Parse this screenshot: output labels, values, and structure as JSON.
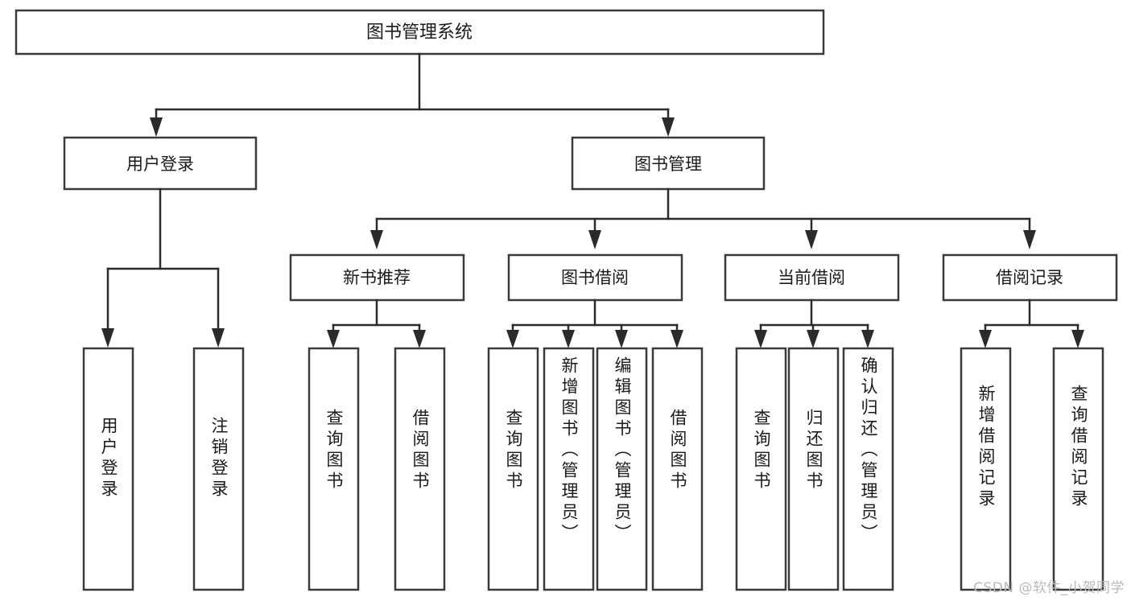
{
  "diagram": {
    "type": "tree-hierarchy",
    "title": "图书管理系统",
    "root": {
      "id": "root",
      "label": "图书管理系统",
      "orientation": "horizontal"
    },
    "level1": [
      {
        "id": "user-login",
        "label": "用户登录",
        "orientation": "horizontal"
      },
      {
        "id": "book-manage",
        "label": "图书管理",
        "orientation": "horizontal"
      }
    ],
    "level2": [
      {
        "id": "new-book-rec",
        "label": "新书推荐",
        "parent": "book-manage",
        "orientation": "horizontal"
      },
      {
        "id": "book-borrow",
        "label": "图书借阅",
        "parent": "book-manage",
        "orientation": "horizontal"
      },
      {
        "id": "current-borrow",
        "label": "当前借阅",
        "parent": "book-manage",
        "orientation": "horizontal"
      },
      {
        "id": "borrow-record",
        "label": "借阅记录",
        "parent": "book-manage",
        "orientation": "horizontal"
      }
    ],
    "leaves": [
      {
        "id": "leaf-user-login",
        "label": "用户登录",
        "parent": "user-login",
        "orientation": "vertical"
      },
      {
        "id": "leaf-user-logout",
        "label": "注销登录",
        "parent": "user-login",
        "orientation": "vertical"
      },
      {
        "id": "leaf-query-book-1",
        "label": "查询图书",
        "parent": "new-book-rec",
        "orientation": "vertical"
      },
      {
        "id": "leaf-borrow-book-1",
        "label": "借阅图书",
        "parent": "new-book-rec",
        "orientation": "vertical"
      },
      {
        "id": "leaf-query-book-2",
        "label": "查询图书",
        "parent": "book-borrow",
        "orientation": "vertical"
      },
      {
        "id": "leaf-add-book",
        "label": "新增图书（管理员）",
        "parent": "book-borrow",
        "orientation": "vertical"
      },
      {
        "id": "leaf-edit-book",
        "label": "编辑图书（管理员）",
        "parent": "book-borrow",
        "orientation": "vertical"
      },
      {
        "id": "leaf-borrow-book-2",
        "label": "借阅图书",
        "parent": "book-borrow",
        "orientation": "vertical"
      },
      {
        "id": "leaf-query-book-3",
        "label": "查询图书",
        "parent": "current-borrow",
        "orientation": "vertical"
      },
      {
        "id": "leaf-return-book",
        "label": "归还图书",
        "parent": "current-borrow",
        "orientation": "vertical"
      },
      {
        "id": "leaf-confirm-return",
        "label": "确认归还（管理员）",
        "parent": "current-borrow",
        "orientation": "vertical"
      },
      {
        "id": "leaf-add-record",
        "label": "新增借阅记录",
        "parent": "borrow-record",
        "orientation": "vertical"
      },
      {
        "id": "leaf-query-record",
        "label": "查询借阅记录",
        "parent": "borrow-record",
        "orientation": "vertical"
      }
    ],
    "colors": {
      "box_stroke": "#3a3a3a",
      "box_fill": "#ffffff",
      "connector": "#2b2b2b",
      "text": "#1a1a1a",
      "watermark": "#b9b9b9",
      "background": "#ffffff"
    }
  },
  "watermark": {
    "text": "CSDN @软件_小贺同学"
  }
}
